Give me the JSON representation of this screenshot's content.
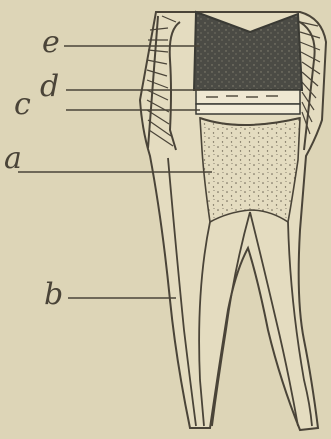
{
  "labels": {
    "a": "a",
    "b": "b",
    "c": "c",
    "d": "d",
    "e": "e"
  },
  "colors": {
    "background": "#ddd5b7",
    "ink": "#4a4438",
    "filling": "#4b4b45",
    "base_layer": "#f2ecd8",
    "pulp": "#eee7d0"
  }
}
